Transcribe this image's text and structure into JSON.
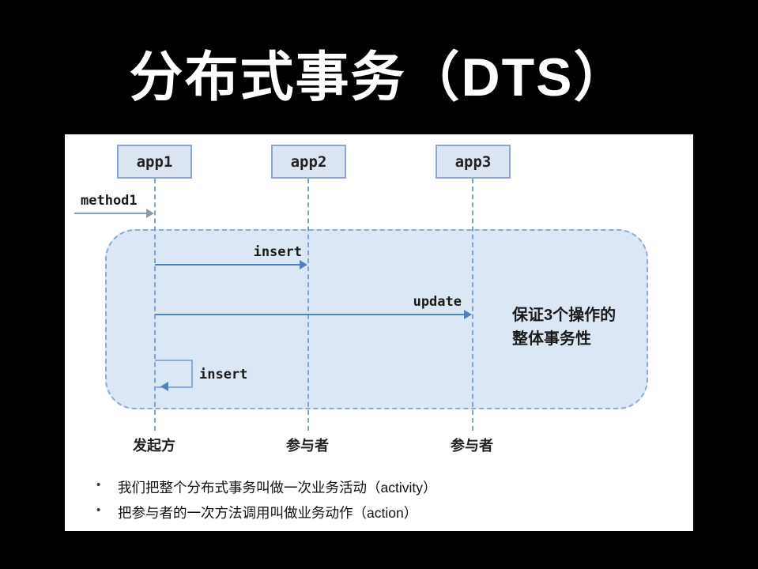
{
  "slide": {
    "title": "分布式事务（DTS）",
    "bullet_char": "•"
  },
  "diagram": {
    "actors": [
      {
        "label": "app1",
        "role": "发起方"
      },
      {
        "label": "app2",
        "role": "参与者"
      },
      {
        "label": "app3",
        "role": "参与者"
      }
    ],
    "messages": {
      "incoming": "method1",
      "insert": "insert",
      "update": "update",
      "self_insert": "insert"
    },
    "note": {
      "line1": "保证3个操作的",
      "line2": "整体事务性"
    }
  },
  "bullets": [
    {
      "text": "我们把整个分布式事务叫做一次业务活动（activity）"
    },
    {
      "text": "把参与者的一次方法调用叫做业务动作（action）"
    }
  ],
  "colors": {
    "background": "#000000",
    "panel": "#ffffff",
    "box_fill": "#dbe5f1",
    "box_border": "#8ca6cf",
    "arrow": "#4f81bd",
    "lifeline": "#7da3d4",
    "container_fill": "#dce7f5",
    "container_border": "#8aaad8",
    "title_text": "#ffffff",
    "body_text": "#1a1a1a"
  }
}
